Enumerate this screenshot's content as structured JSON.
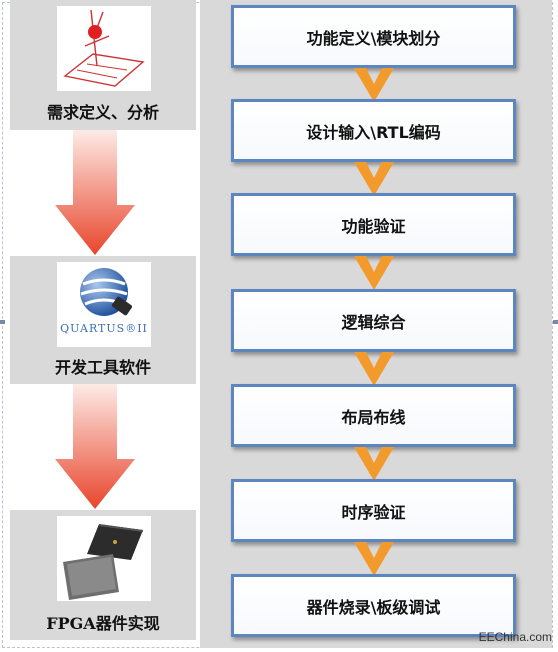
{
  "left_column": {
    "cards": [
      {
        "label": "需求定义、分析",
        "icon": "requirements-sketch-icon"
      },
      {
        "label": "开发工具软件",
        "icon": "quartus-ii-logo"
      },
      {
        "label": "FPGA器件实现",
        "icon": "fpga-chip-icon"
      }
    ]
  },
  "logo": {
    "quartus_text": "QUARTUS®II"
  },
  "steps": [
    "功能定义\\模块划分",
    "设计输入\\RTL编码",
    "功能验证",
    "逻辑综合",
    "布局布线",
    "时序验证",
    "器件烧录\\板级调试"
  ],
  "colors": {
    "step_border": "#5b86c0",
    "chevron": "#f39a2d",
    "arrow_top": "#fdebe6",
    "arrow_bottom": "#e8452c",
    "panel_gray": "#d9d9d9"
  },
  "watermark": "EEChina.com"
}
